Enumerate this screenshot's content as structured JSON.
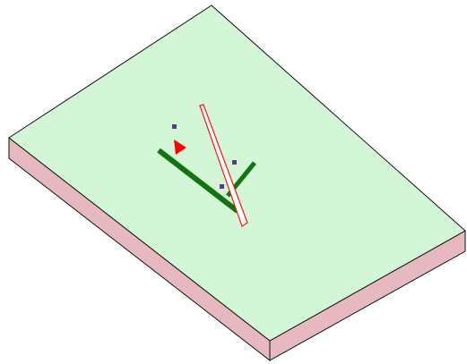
{
  "viewport": {
    "background": "#ffffff"
  },
  "colors": {
    "slab_top": "#d3f7d6",
    "slab_side": "#e6b9c0",
    "slab_edge": "#111111",
    "wall": "#137313",
    "red_element": "#ff1111",
    "red_element_fill": "#ffffff",
    "marker_arrow": "#ff0000",
    "vertex_points": "#5b3a8c"
  },
  "scene": {
    "objects": [
      {
        "kind": "slab",
        "icon": "slab-icon"
      },
      {
        "kind": "wall-segment",
        "icon": "wall-icon"
      },
      {
        "kind": "wall-segment",
        "icon": "wall-icon"
      },
      {
        "kind": "red-outlined-element",
        "icon": "beam-icon"
      },
      {
        "kind": "section-marker",
        "icon": "triangle-marker-icon"
      },
      {
        "kind": "control-point",
        "icon": "vertex-point-icon"
      },
      {
        "kind": "control-point",
        "icon": "vertex-point-icon"
      },
      {
        "kind": "control-point",
        "icon": "vertex-point-icon"
      }
    ]
  }
}
